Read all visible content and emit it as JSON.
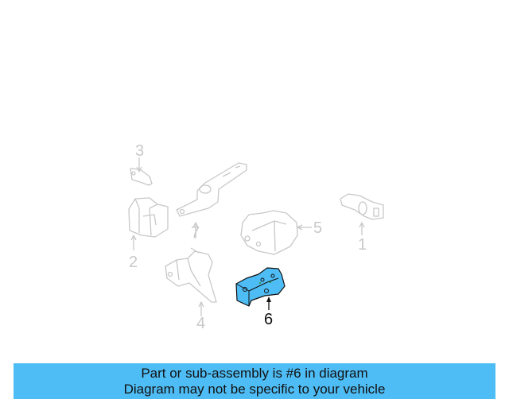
{
  "diagram": {
    "highlighted_part": "6",
    "highlight_color": "#4fbdf5",
    "faded_color": "#c8c8c8",
    "labels": [
      {
        "id": "3",
        "text": "3"
      },
      {
        "id": "2",
        "text": "2"
      },
      {
        "id": "7",
        "text": "7"
      },
      {
        "id": "4",
        "text": "4"
      },
      {
        "id": "5",
        "text": "5"
      },
      {
        "id": "1",
        "text": "1"
      },
      {
        "id": "6",
        "text": "6"
      }
    ]
  },
  "banner": {
    "line1": "Part or sub-assembly is #6 in diagram",
    "line2": "Diagram may not be specific to your vehicle",
    "background": "#4fbdf5"
  }
}
